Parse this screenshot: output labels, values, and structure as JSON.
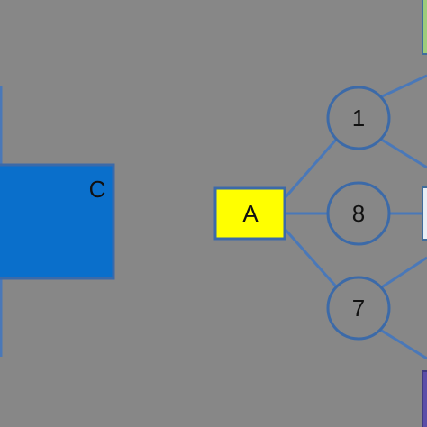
{
  "diagram": {
    "nodes": {
      "c": {
        "label": "C",
        "fill": "#0a6fcb"
      },
      "a": {
        "label": "A",
        "fill": "#ffff00"
      },
      "n1": {
        "label": "1"
      },
      "n8": {
        "label": "8"
      },
      "n7": {
        "label": "7"
      }
    },
    "colors": {
      "background": "#878787",
      "edge": "#4a78b8",
      "circle_stroke": "#3c6aa8",
      "green_box": "#9ccc7a",
      "purple_box": "#5b4ea8"
    }
  }
}
